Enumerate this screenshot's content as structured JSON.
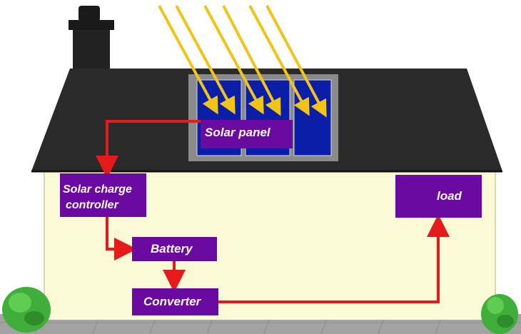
{
  "labels": {
    "solar_panel": "Solar panel",
    "charge_controller_line1": "Solar charge",
    "charge_controller_line2": "controller",
    "battery": "Battery",
    "converter": "Converter",
    "load": "load"
  },
  "colors": {
    "roof": "#2a2a2a",
    "wall": "#fbf9d6",
    "label_box": "#6b0aa0",
    "panel": "#0b1ea8",
    "panel_frame": "#8a8a8a",
    "sun_ray": "#f0c419",
    "wire": "#e51b1b",
    "bush": "#3fae3a",
    "ground": "#9a9a9a"
  },
  "icons": [
    "chimney",
    "solar-panel-cells",
    "sun-rays",
    "bush-left",
    "bush-right"
  ]
}
